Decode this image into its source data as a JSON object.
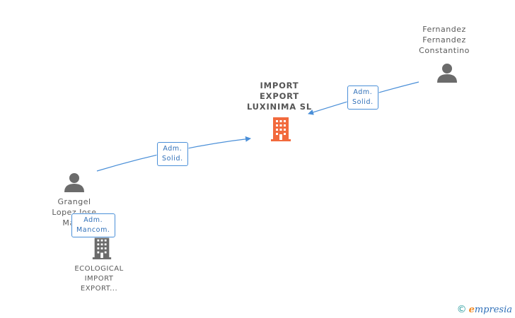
{
  "nodes": {
    "main_company": {
      "lines": [
        "IMPORT",
        "EXPORT",
        "LUXINIMA SL"
      ],
      "color": "#f26a3d"
    },
    "person_fernandez": {
      "lines": [
        "Fernandez",
        "Fernandez",
        "Constantino"
      ]
    },
    "person_grangel": {
      "lines": [
        "Grangel",
        "Lopez Jose",
        "Mar..."
      ]
    },
    "company_ecological": {
      "lines": [
        "ECOLOGICAL",
        "IMPORT",
        "EXPORT..."
      ]
    }
  },
  "badges": {
    "fernandez_role": [
      "Adm.",
      "Solid."
    ],
    "grangel_role": [
      "Adm.",
      "Solid."
    ],
    "ecological_role": [
      "Adm.",
      "Mancom."
    ]
  },
  "colors": {
    "edge": "#4a8fd8",
    "person": "#6b6b6b",
    "company_secondary": "#6b6b6b",
    "company_main": "#f26a3d"
  },
  "footer": {
    "copyright": "©",
    "brand_initial": "e",
    "brand_rest": "mpresia"
  }
}
